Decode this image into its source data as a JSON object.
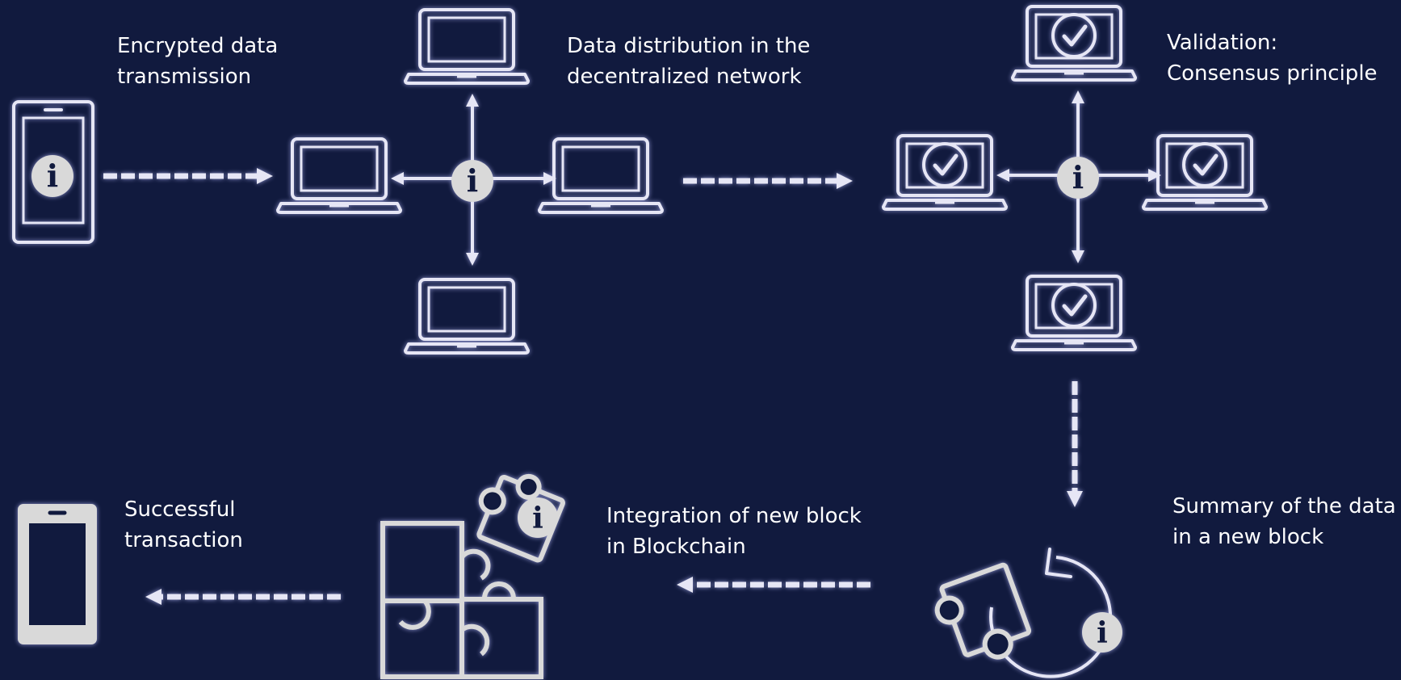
{
  "colors": {
    "background": "#111a3e",
    "line": "#e6e6f5",
    "fill": "#d9d9d9",
    "text": "#ffffff",
    "glow": "#b9beff"
  },
  "steps": [
    {
      "id": "encrypted-transmission",
      "lines": [
        "Encrypted data",
        "transmission"
      ]
    },
    {
      "id": "data-distribution",
      "lines": [
        "Data distribution in the",
        "decentralized network"
      ]
    },
    {
      "id": "validation",
      "lines": [
        "Validation:",
        "Consensus principle"
      ]
    },
    {
      "id": "summary",
      "lines": [
        "Summary of the data",
        "in a new block"
      ]
    },
    {
      "id": "integration",
      "lines": [
        "Integration of new block",
        "in Blockchain"
      ]
    },
    {
      "id": "successful",
      "lines": [
        "Successful",
        "transaction"
      ]
    }
  ],
  "icons": {
    "info": "i",
    "sender": "smartphone-icon",
    "receiver": "smartphone-icon",
    "node": "laptop-icon",
    "validated_node": "laptop-check-icon",
    "block": "puzzle-icon",
    "blockchain": "puzzle-cluster-icon"
  }
}
